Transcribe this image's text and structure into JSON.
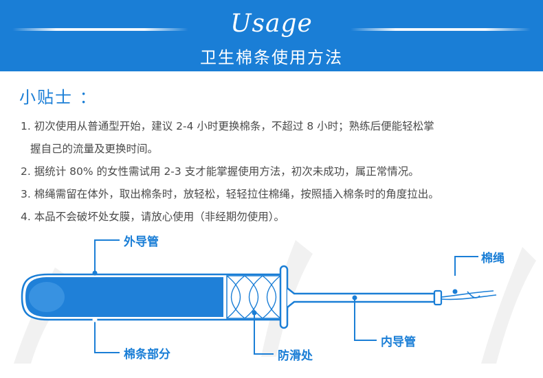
{
  "banner": {
    "title": "Usage",
    "subtitle": "卫生棉条使用方法",
    "color": "#1a7ed6"
  },
  "tips": {
    "heading": "小贴士 ：",
    "items": [
      "1. 初次使用从普通型开始，建议 2-4 小时更换棉条，不超过 8 小时；熟练后便能轻松掌",
      "握自己的流量及更换时间。",
      "2. 据统计 80% 的女性需试用 2-3 支才能掌握使用方法，初次未成功，属正常情况。",
      "3. 棉绳需留在体外，取出棉条时，放轻松，轻轻拉住棉绳，按照插入棉条时的角度拉出。",
      "4. 本品不会破坏处女膜，请放心使用（非经期勿使用）。"
    ]
  },
  "diagram": {
    "labels": {
      "outer_tube": "外导管",
      "string": "棉绳",
      "cotton_part": "棉条部分",
      "anti_slip": "防滑处",
      "inner_tube": "内导管"
    },
    "line_color": "#1a7ed6",
    "fill_color": "#1f80d8"
  }
}
